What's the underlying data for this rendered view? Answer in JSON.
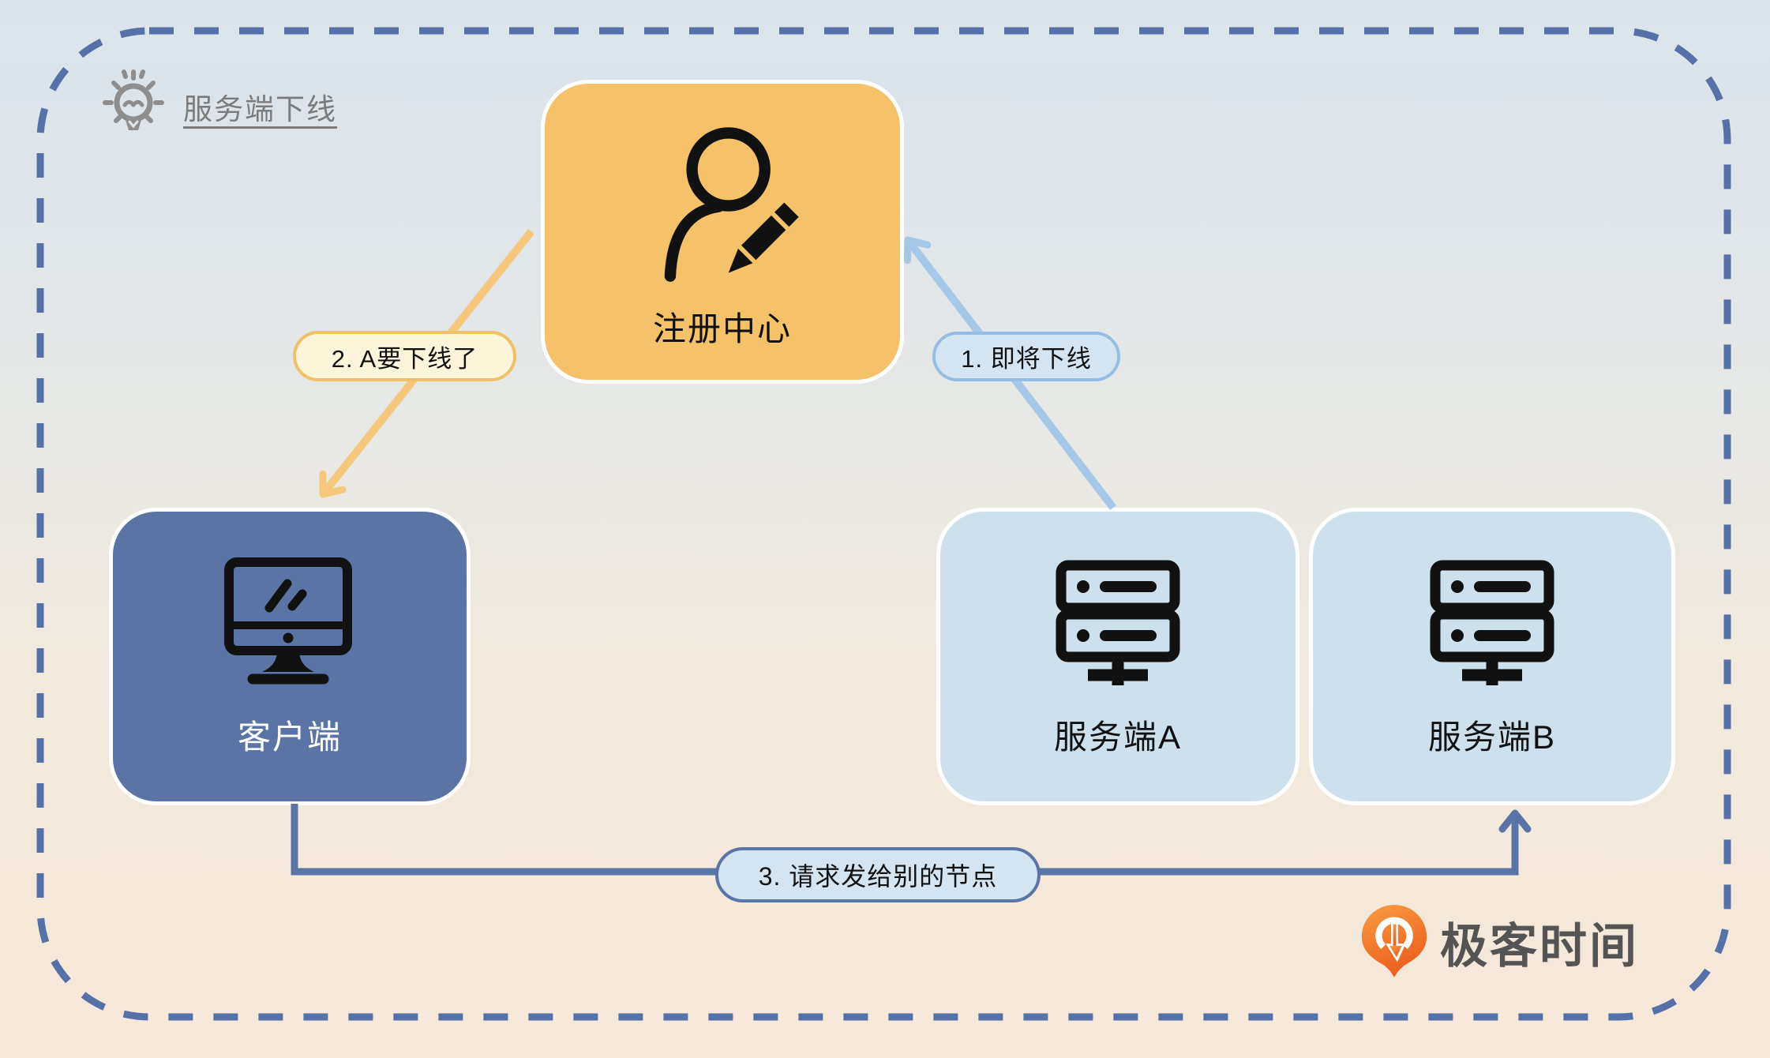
{
  "header": {
    "title": "服务端下线"
  },
  "nodes": {
    "registry": {
      "label": "注册中心",
      "color": "#f5c169"
    },
    "client": {
      "label": "客户端",
      "color": "#5a74a5"
    },
    "server_a": {
      "label": "服务端A",
      "color": "#cfe0ed"
    },
    "server_b": {
      "label": "服务端B",
      "color": "#cfe0ed"
    }
  },
  "edges": {
    "step1": {
      "label": "1. 即将下线",
      "from": "服务端A",
      "to": "注册中心",
      "color": "#a5c7e8"
    },
    "step2": {
      "label": "2. A要下线了",
      "from": "注册中心",
      "to": "客户端",
      "color": "#f6c87d"
    },
    "step3": {
      "label": "3. 请求发给别的节点",
      "from": "客户端",
      "to": "服务端B",
      "color": "#5a74a5"
    }
  },
  "branding": {
    "logo_text": "极客时间",
    "logo_color": "#f26f21"
  },
  "theme": {
    "background_top": "#dbe4ec",
    "background_bottom": "#f6e8d9",
    "dashed_border_color": "#5571a8",
    "title_color": "#7b7b7b",
    "node_border_color": "#ffffff",
    "icon_color": "#111111"
  }
}
